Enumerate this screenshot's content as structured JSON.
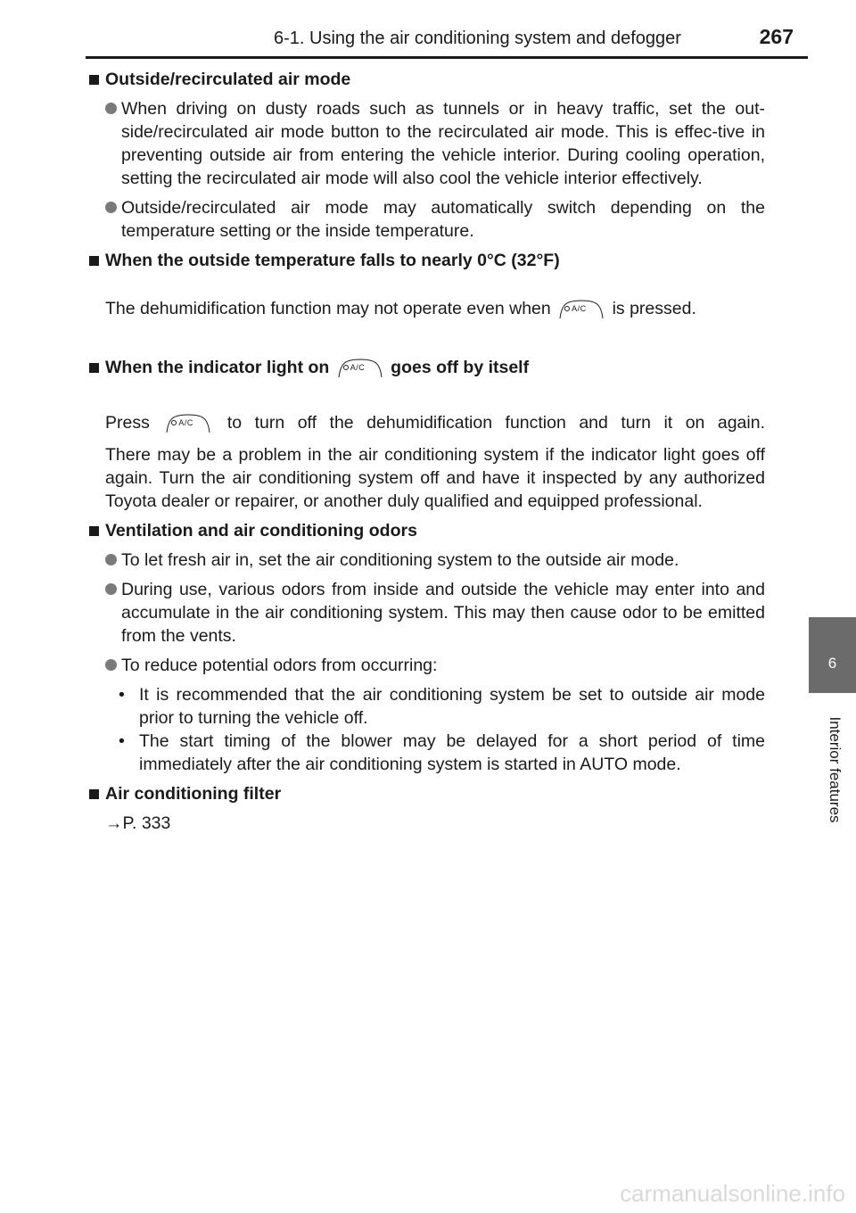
{
  "header": {
    "title": "6-1. Using the air conditioning system and defogger",
    "page_number": "267"
  },
  "side_tab": {
    "number": "6",
    "label": "Interior features"
  },
  "ac_button": {
    "label": "A/C",
    "icon": "ac-button-icon"
  },
  "sections": {
    "outside_air": {
      "heading": "Outside/recirculated air mode",
      "bullet1": "When driving on dusty roads such as tunnels or in heavy traffic, set the out-side/recirculated air mode button to the recirculated air mode. This is effec-tive in preventing outside air from entering the vehicle interior. During cooling operation, setting the recirculated air mode will also cool the vehicle interior effectively.",
      "bullet2": "Outside/recirculated air mode may automatically switch depending on the temperature setting or the inside temperature."
    },
    "near_zero": {
      "heading": "When the outside temperature falls to nearly 0°C (32°F)",
      "text_before": "The dehumidification function may not operate even when",
      "text_after": "is pressed."
    },
    "indicator": {
      "heading_before": "When the indicator light on",
      "heading_after": "goes off by itself",
      "p1_before": "Press",
      "p1_after": "to turn off the dehumidification function and turn it on again.",
      "p2": "There may be a problem in the air conditioning system if the indicator light goes off again. Turn the air conditioning system off and have it inspected by any authorized Toyota dealer or repairer, or another duly qualified and equipped professional."
    },
    "odors": {
      "heading": "Ventilation and air conditioning odors",
      "bullet1": "To let fresh air in, set the air conditioning system to the outside air mode.",
      "bullet2": "During use, various odors from inside and outside the vehicle may enter into and accumulate in the air conditioning system. This may then cause odor to be emitted from the vents.",
      "bullet3": "To reduce potential odors from occurring:",
      "sub1": "It is recommended that the air conditioning system be set to outside air mode prior to turning the vehicle off.",
      "sub2": "The start timing of the blower may be delayed for a short period of time immediately after the air conditioning system is started in AUTO mode."
    },
    "filter": {
      "heading": "Air conditioning filter",
      "ref": "→P. 333"
    }
  },
  "footer": {
    "watermark": "carmanualsonline.info"
  }
}
